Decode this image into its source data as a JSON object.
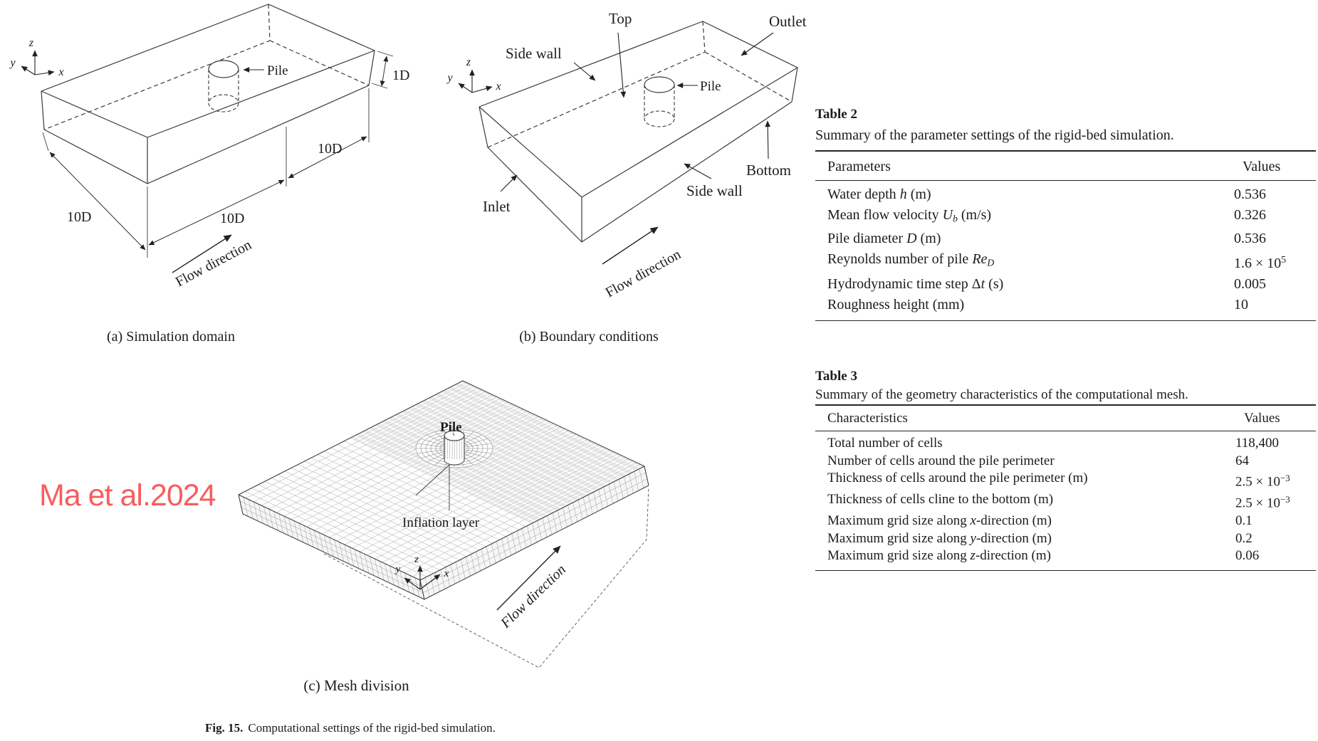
{
  "figure": {
    "panel_a": {
      "caption": "(a) Simulation domain",
      "labels": {
        "pile": "Pile",
        "dim_1d": "1D",
        "dim_10d": "10D",
        "flow": "Flow direction",
        "axis_x": "x",
        "axis_y": "y",
        "axis_z": "z"
      }
    },
    "panel_b": {
      "caption": "(b) Boundary conditions",
      "labels": {
        "top": "Top",
        "outlet": "Outlet",
        "side_wall_upper": "Side wall",
        "side_wall_lower": "Side wall",
        "pile": "Pile",
        "inlet": "Inlet",
        "bottom": "Bottom",
        "flow": "Flow direction",
        "axis_x": "x",
        "axis_y": "y",
        "axis_z": "z"
      }
    },
    "panel_c": {
      "caption": "(c) Mesh division",
      "labels": {
        "pile": "Pile",
        "inflation": "Inflation layer",
        "flow": "Flow direction",
        "axis_x": "x",
        "axis_y": "y",
        "axis_z": "z"
      }
    },
    "fig_caption": {
      "label": "Fig. 15.",
      "text": "Computational settings of the rigid-bed simulation."
    }
  },
  "watermark": {
    "text": "Ma et al.2024",
    "color": "#f75e5c"
  },
  "tables": {
    "t2": {
      "title": "Table 2",
      "caption": "Summary of the parameter settings of the rigid-bed simulation.",
      "col_param": "Parameters",
      "col_value": "Values",
      "rows": [
        {
          "label": [
            {
              "t": "Water depth "
            },
            {
              "t": "h",
              "c": "i"
            },
            {
              "t": " (m)"
            }
          ],
          "value": [
            {
              "t": "0.536"
            }
          ]
        },
        {
          "label": [
            {
              "t": "Mean flow velocity "
            },
            {
              "t": "U",
              "c": "i"
            },
            {
              "t": "b",
              "c": "sub i"
            },
            {
              "t": " (m/s)"
            }
          ],
          "value": [
            {
              "t": "0.326"
            }
          ]
        },
        {
          "label": [
            {
              "t": "Pile diameter "
            },
            {
              "t": "D",
              "c": "i"
            },
            {
              "t": " (m)"
            }
          ],
          "value": [
            {
              "t": "0.536"
            }
          ]
        },
        {
          "label": [
            {
              "t": "Reynolds number of pile "
            },
            {
              "t": "Re",
              "c": "i"
            },
            {
              "t": "D",
              "c": "sub i"
            }
          ],
          "value": [
            {
              "t": "1.6 × 10"
            },
            {
              "t": "5",
              "c": "sup"
            }
          ]
        },
        {
          "label": [
            {
              "t": "Hydrodynamic time step Δ"
            },
            {
              "t": "t",
              "c": "i"
            },
            {
              "t": " (s)"
            }
          ],
          "value": [
            {
              "t": "0.005"
            }
          ]
        },
        {
          "label": [
            {
              "t": "Roughness height (mm)"
            }
          ],
          "value": [
            {
              "t": "10"
            }
          ]
        }
      ]
    },
    "t3": {
      "title": "Table 3",
      "caption": "Summary of the geometry characteristics of the computational mesh.",
      "col_param": "Characteristics",
      "col_value": "Values",
      "rows": [
        {
          "label": [
            {
              "t": "Total number of cells"
            }
          ],
          "value": [
            {
              "t": "118,400"
            }
          ]
        },
        {
          "label": [
            {
              "t": "Number of cells around the pile perimeter"
            }
          ],
          "value": [
            {
              "t": "64"
            }
          ]
        },
        {
          "label": [
            {
              "t": "Thickness of cells around the pile perimeter (m)"
            }
          ],
          "value": [
            {
              "t": "2.5 × 10"
            },
            {
              "t": "−3",
              "c": "sup"
            }
          ]
        },
        {
          "label": [
            {
              "t": "Thickness of cells cline to the bottom (m)"
            }
          ],
          "value": [
            {
              "t": "2.5 × 10"
            },
            {
              "t": "−3",
              "c": "sup"
            }
          ]
        },
        {
          "label": [
            {
              "t": "Maximum grid size along "
            },
            {
              "t": "x",
              "c": "i"
            },
            {
              "t": "-direction (m)"
            }
          ],
          "value": [
            {
              "t": "0.1"
            }
          ]
        },
        {
          "label": [
            {
              "t": "Maximum grid size along "
            },
            {
              "t": "y",
              "c": "i"
            },
            {
              "t": "-direction (m)"
            }
          ],
          "value": [
            {
              "t": "0.2"
            }
          ]
        },
        {
          "label": [
            {
              "t": "Maximum grid size along "
            },
            {
              "t": "z",
              "c": "i"
            },
            {
              "t": "-direction (m)"
            }
          ],
          "value": [
            {
              "t": "0.06"
            }
          ]
        }
      ]
    }
  }
}
